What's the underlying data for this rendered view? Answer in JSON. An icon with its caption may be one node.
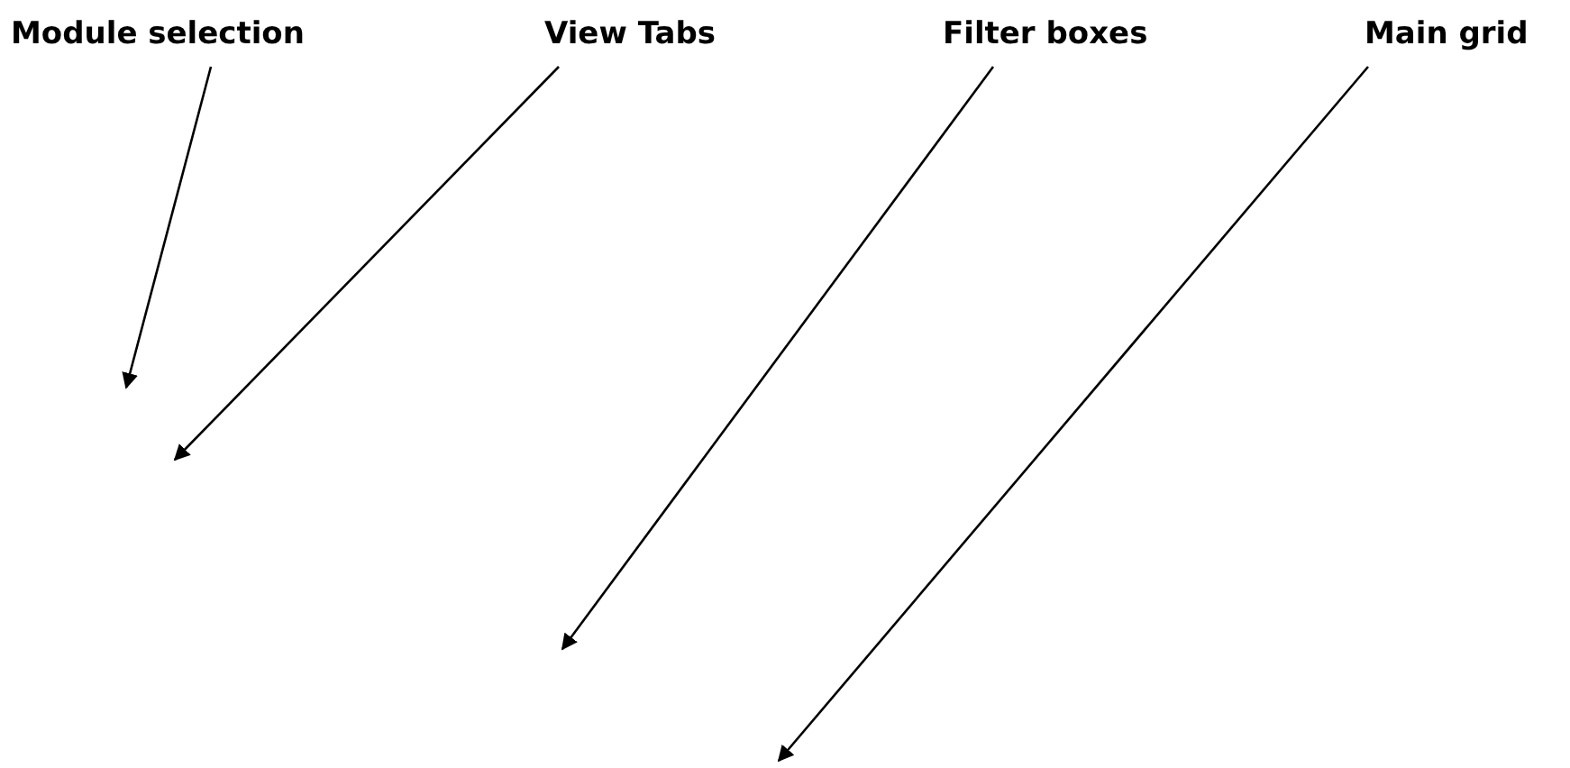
{
  "diagram": {
    "nodes": [
      {
        "text": [
          "Module selection"
        ]
      },
      {
        "text": [
          "View Tabs"
        ]
      },
      {
        "text": [
          "Filter boxes"
        ]
      },
      {
        "text": [
          "Main grid"
        ]
      }
    ],
    "edges": [
      {
        "from": 0,
        "to": null,
        "arrow": "to"
      },
      {
        "from": 1,
        "to": null,
        "arrow": "to"
      },
      {
        "from": 2,
        "to": null,
        "arrow": "to"
      },
      {
        "from": 3,
        "to": null,
        "arrow": "to"
      }
    ]
  }
}
